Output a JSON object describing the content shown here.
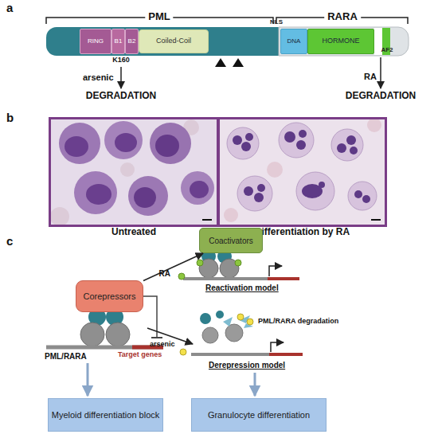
{
  "diagram": {
    "nodes": [
      {
        "text": [
          "RING"
        ]
      },
      {
        "text": [
          "B1"
        ]
      },
      {
        "text": [
          "B2"
        ]
      },
      {
        "text": [
          "Coiled-Coil"
        ]
      },
      {
        "text": [
          "DNA"
        ]
      },
      {
        "text": [
          "HORMONE"
        ]
      },
      {
        "text": [
          "Untreated"
        ]
      },
      {
        "text": [
          "Differentiation by RA"
        ]
      },
      {
        "text": [
          "Corepressors"
        ]
      },
      {
        "text": [
          "Coactivators"
        ]
      },
      {
        "text": [
          "Myeloid differentiation block"
        ]
      },
      {
        "text": [
          "Granulocyte differentiation"
        ]
      }
    ],
    "edges": [
      {
        "from": 8,
        "to": 9,
        "arrow": "to",
        "label": "RA"
      }
    ],
    "labels": [
      "a",
      "PML",
      "RARA",
      "NLS",
      "AF2",
      "K160",
      "arsenic",
      "DEGRADATION",
      "RA",
      "DEGRADATION",
      "b",
      "c",
      "PML/RARA",
      "Target genes",
      "Reactivation model",
      "arsenic",
      "PML/RARA degradation",
      "Derepression model"
    ]
  }
}
